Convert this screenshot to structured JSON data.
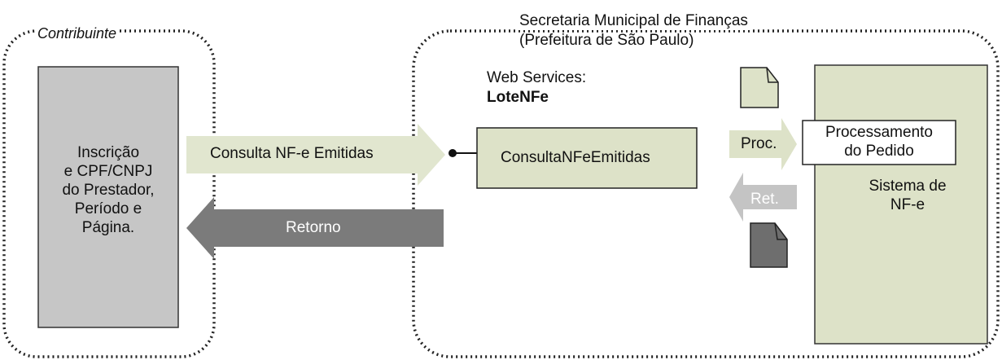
{
  "contribuinte": {
    "title": "Contribuinte",
    "box_lines": [
      "Inscrição",
      "e CPF/CNPJ",
      "do Prestador,",
      "Período e",
      "Página."
    ]
  },
  "secretaria": {
    "title_line1": "Secretaria Municipal de Finanças",
    "title_line2": "(Prefeitura de São Paulo)",
    "ws_label": "Web Services:",
    "ws_name": "LoteNFe",
    "service_name": "ConsultaNFeEmitidas",
    "proc_label": "Proc.",
    "ret_label": "Ret.",
    "processamento_line1": "Processamento",
    "processamento_line2": "do Pedido",
    "sistema_line1": "Sistema de",
    "sistema_line2": "NF-e"
  },
  "arrows": {
    "request_label": "Consulta NF-e Emitidas",
    "response_label": "Retorno"
  },
  "colors": {
    "light_green": "#e1e6cf",
    "box_green": "#dde2c8",
    "gray_box": "#c6c6c6",
    "dark_gray": "#7b7b7b",
    "doc_dark": "#6e6e6e"
  }
}
